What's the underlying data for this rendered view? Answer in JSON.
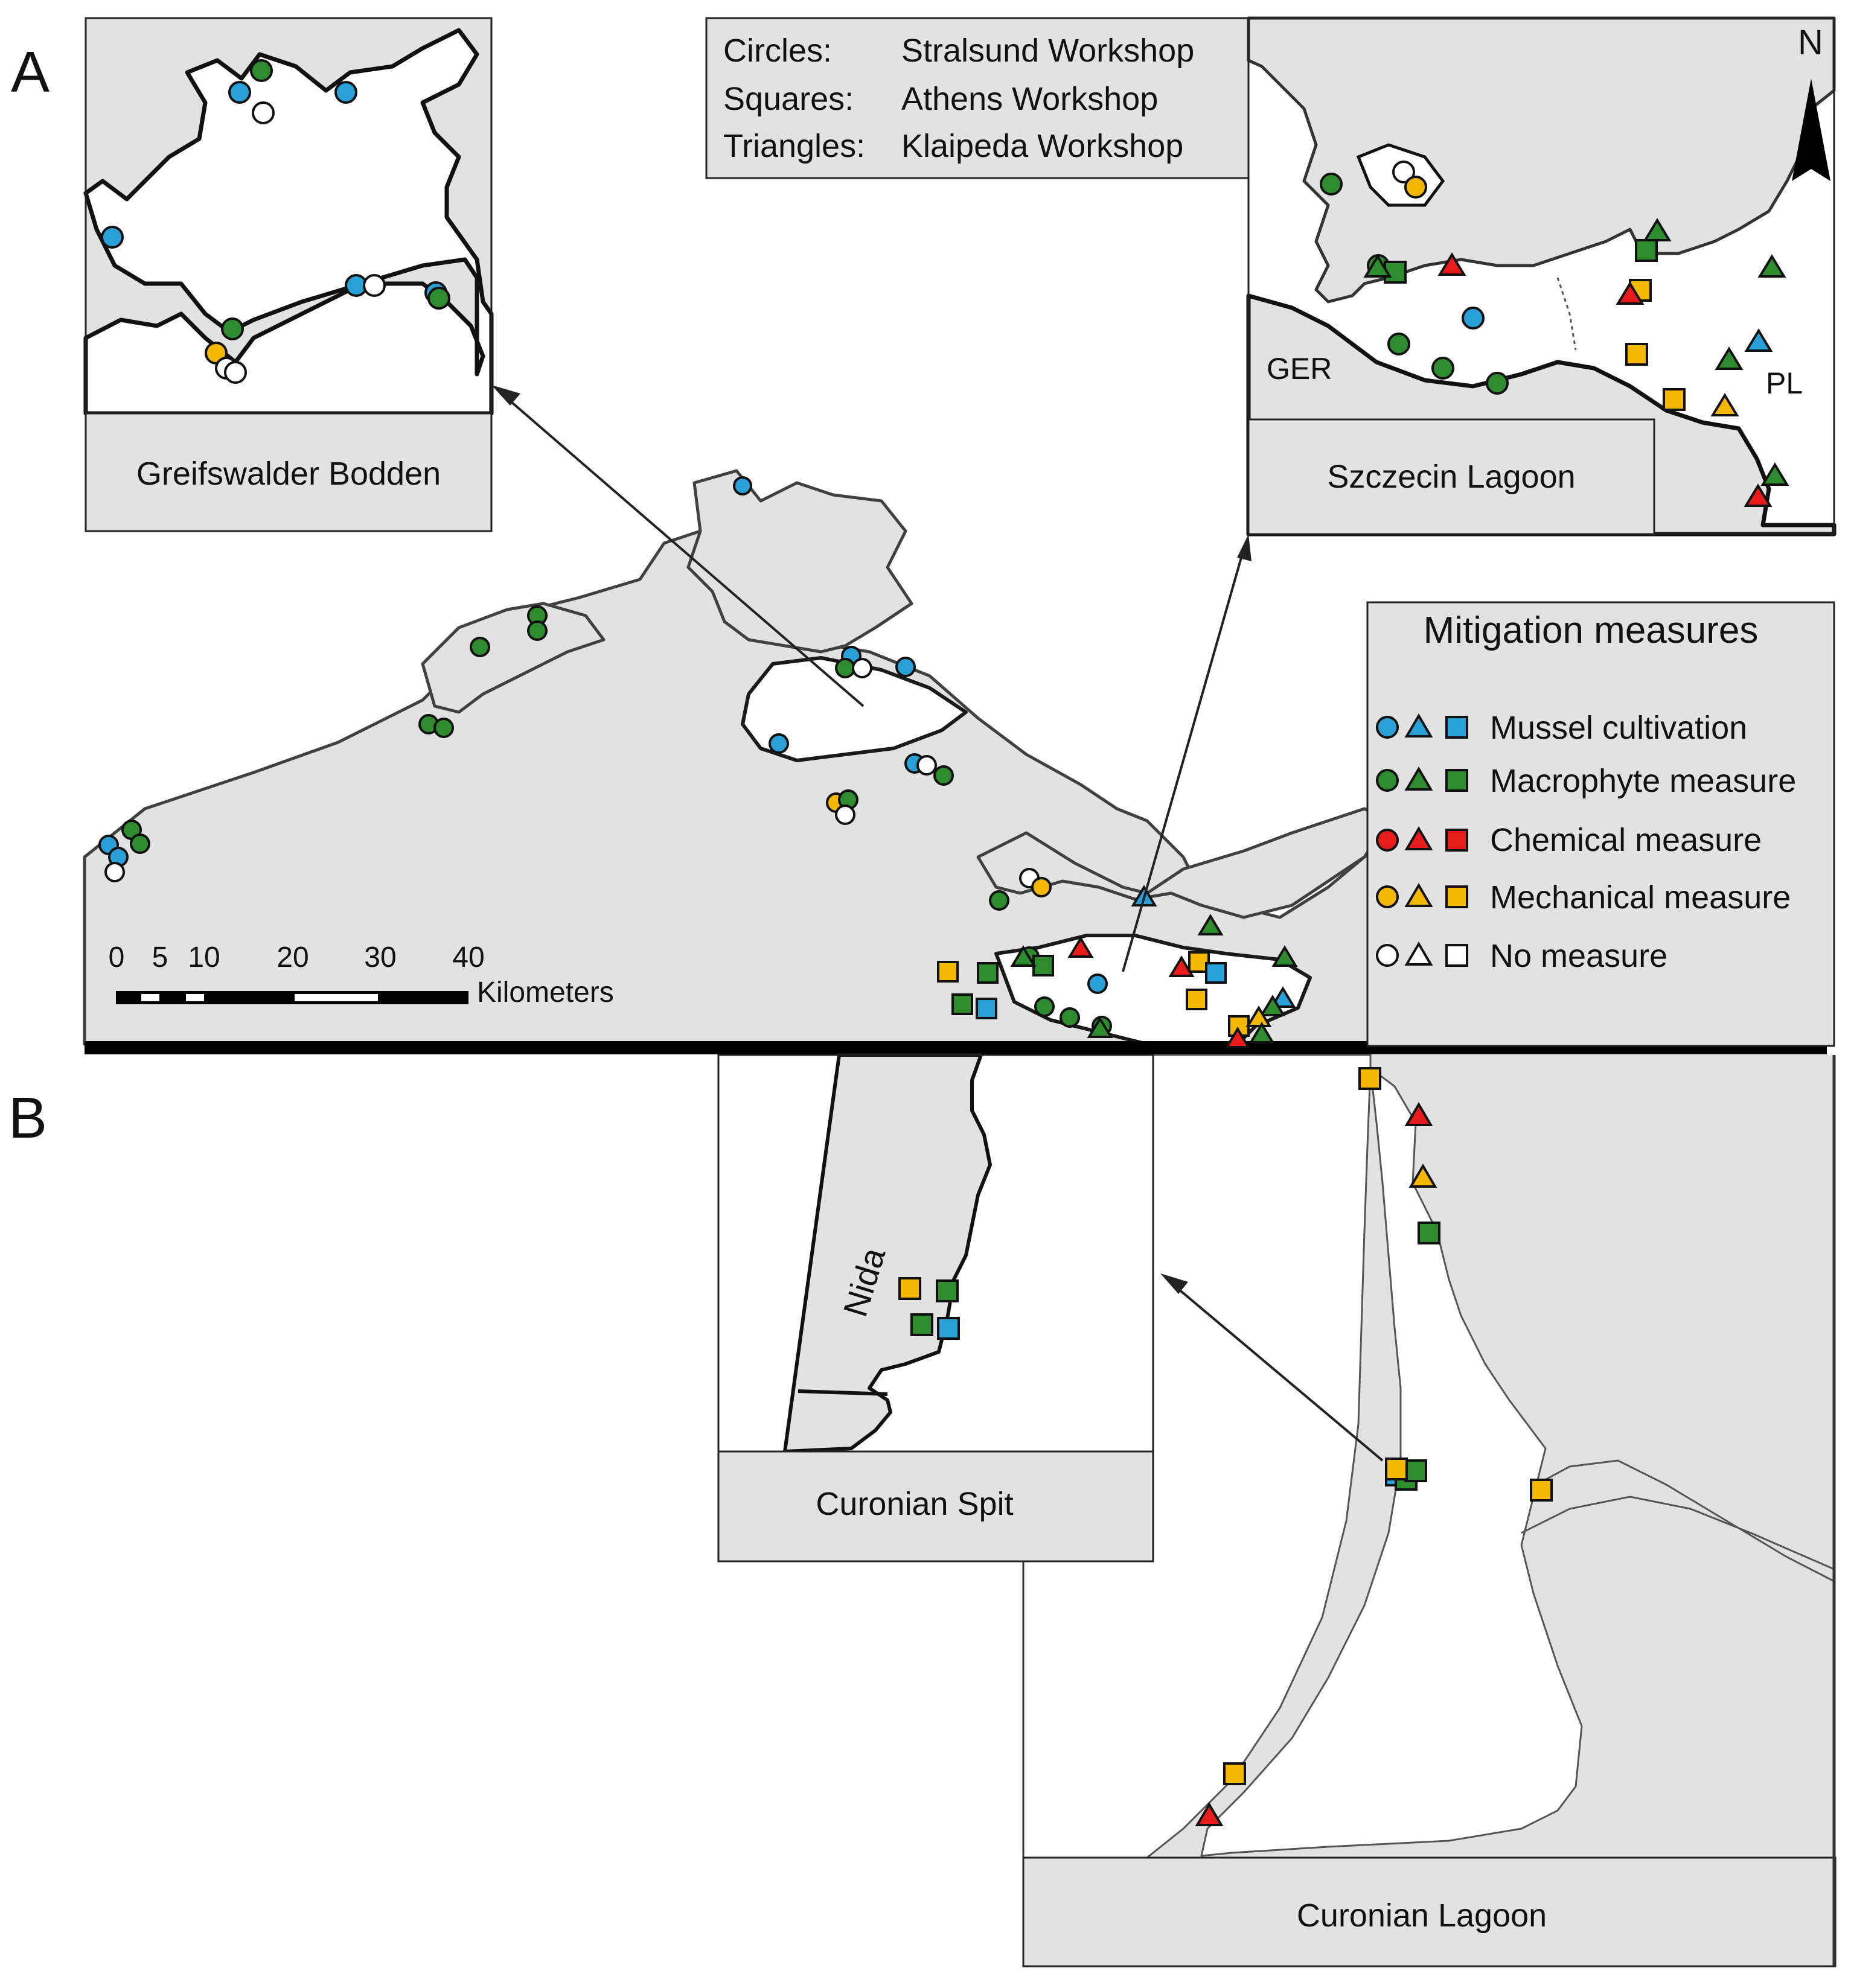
{
  "panels": {
    "a_label": "A",
    "b_label": "B"
  },
  "workshop_key": {
    "rows": [
      {
        "shape": "Circles:",
        "workshop": "Stralsund Workshop"
      },
      {
        "shape": "Squares:",
        "workshop": "Athens Workshop"
      },
      {
        "shape": "Triangles:",
        "workshop": "Klaipeda Workshop"
      }
    ]
  },
  "legend": {
    "title": "Mitigation measures",
    "items": [
      {
        "label": "Mussel cultivation",
        "color": "#2aa0d8"
      },
      {
        "label": "Macrophyte measure",
        "color": "#2e8b2e"
      },
      {
        "label": "Chemical measure",
        "color": "#e81b1b"
      },
      {
        "label": "Mechanical measure",
        "color": "#f5b800"
      },
      {
        "label": "No measure",
        "color": "#ffffff"
      }
    ]
  },
  "insets": {
    "greifswald": "Greifswalder Bodden",
    "szczecin": "Szczecin Lagoon",
    "curonian_spit": "Curonian Spit",
    "curonian_lagoon": "Curonian Lagoon"
  },
  "map_labels": {
    "north": "N",
    "ger": "GER",
    "pl": "PL",
    "nida": "Nida"
  },
  "scale_bar": {
    "ticks": [
      "0",
      "5",
      "10",
      "20",
      "30",
      "40"
    ],
    "unit": "Kilometers"
  },
  "colors": {
    "mussel": "#2aa0d8",
    "macrophyte": "#2e8b2e",
    "chemical": "#e81b1b",
    "mechanical": "#f5b800",
    "none": "#ffffff",
    "land": "#e2e2e2"
  }
}
